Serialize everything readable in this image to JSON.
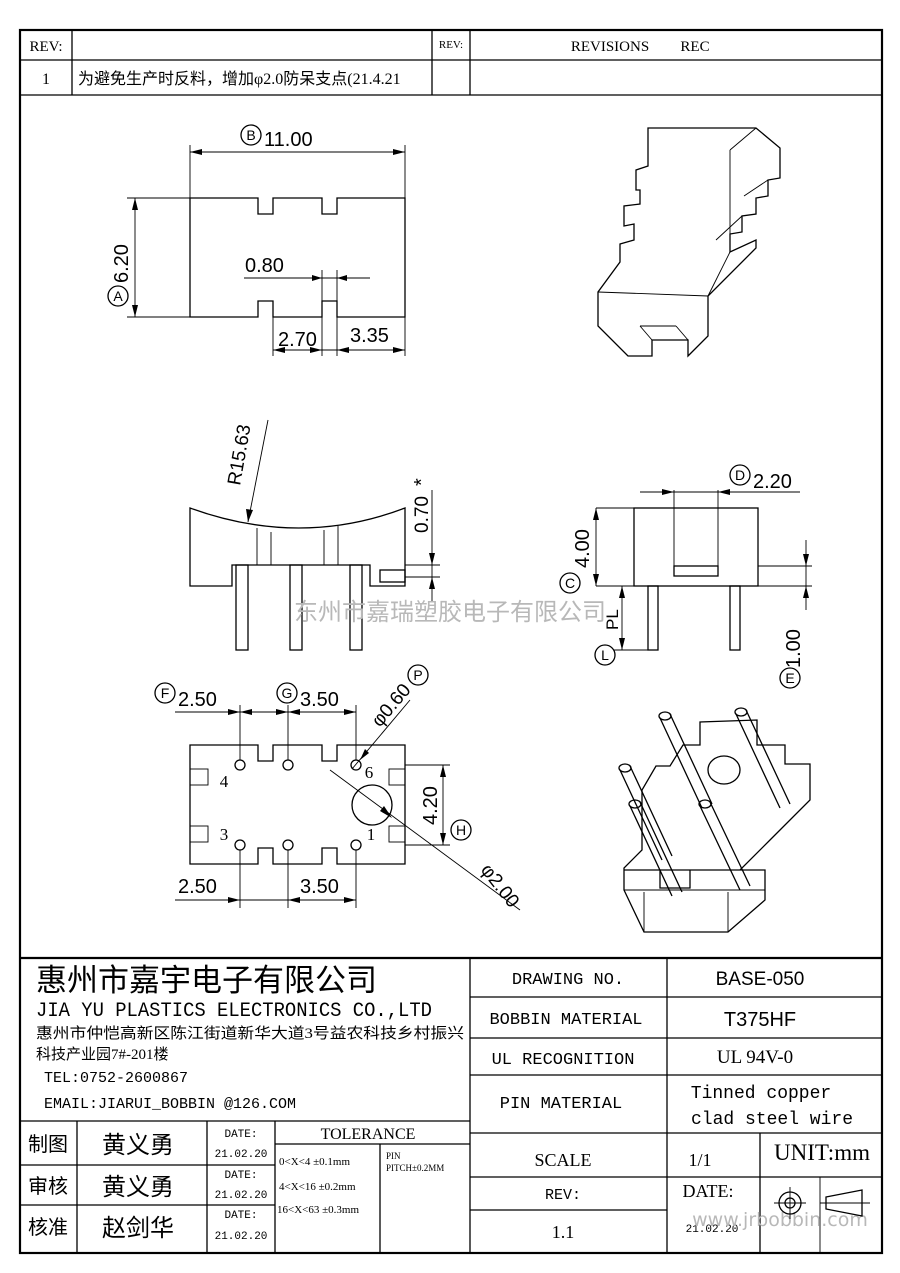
{
  "header": {
    "rev_label": "REV:",
    "rev_number": "1",
    "rev_note": "为避免生产时反料，增加φ2.0防呆支点(21.4.21",
    "rev_label2": "REV:",
    "revisions_title": "REVISIONS",
    "rec_label": "REC"
  },
  "top_view": {
    "dim_b": "11.00",
    "dim_a": "6.20",
    "dim_slot": "0.80",
    "dim_left": "2.70",
    "dim_right": "3.35",
    "marker_a": "A",
    "marker_b": "B"
  },
  "side_view": {
    "dim_radius": "R15.63",
    "dim_depth": "0.70",
    "asterisk": "*"
  },
  "end_view": {
    "dim_d": "2.20",
    "dim_c": "4.00",
    "dim_pl": "PL",
    "dim_e": "1.00",
    "marker_c": "C",
    "marker_d": "D",
    "marker_e": "E",
    "marker_l": "L"
  },
  "bottom_view": {
    "dim_f": "2.50",
    "dim_g": "3.50",
    "dim_p": "φ0.60",
    "dim_h": "4.20",
    "dim_bottom_left": "2.50",
    "dim_bottom_mid": "3.50",
    "dim_boss": "φ2.00",
    "marker_f": "F",
    "marker_g": "G",
    "marker_h": "H",
    "marker_p": "P",
    "pin_labels": [
      "4",
      "6",
      "3",
      "1"
    ]
  },
  "watermark": "东州市嘉瑞塑胶电子有限公司",
  "company": {
    "name_cn": "惠州市嘉宇电子有限公司",
    "name_en": "JIA YU PLASTICS ELECTRONICS CO.,LTD",
    "address_line1": "惠州市仲恺高新区陈江街道新华大道3号益农科技乡村振兴",
    "address_line2": "科技产业园7#-201楼",
    "tel": "TEL:0752-2600867",
    "email": "EMAIL:JIARUI_BOBBIN @126.COM"
  },
  "approvals": [
    {
      "role": "制图",
      "name": "黄义勇",
      "date_label": "DATE:",
      "date": "21.02.20"
    },
    {
      "role": "审核",
      "name": "黄义勇",
      "date_label": "DATE:",
      "date": "21.02.20"
    },
    {
      "role": "核准",
      "name": "赵剑华",
      "date_label": "DATE:",
      "date": "21.02.20"
    }
  ],
  "tolerance": {
    "title": "TOLERANCE",
    "rows": [
      "0<X<4  ±0.1mm",
      "4<X<16 ±0.2mm",
      "16<X<63 ±0.3mm"
    ],
    "pin_label": "PIN",
    "pin_pitch": "PITCH±0.2MM"
  },
  "spec_table": {
    "drawing_no_label": "DRAWING  NO.",
    "drawing_no": "BASE-050",
    "bobbin_material_label": "BOBBIN  MATERIAL",
    "bobbin_material": "T375HF",
    "ul_label": "UL RECOGNITION",
    "ul_value": "UL 94V-0",
    "pin_material_label": "PIN MATERIAL",
    "pin_material_line1": "Tinned copper",
    "pin_material_line2": "clad steel wire",
    "scale_label": "SCALE",
    "scale_value": "1/1",
    "unit": "UNIT:mm",
    "rev_label": "REV:",
    "rev_value": "1.1",
    "date_label": "DATE:",
    "date_value": "21.02.20",
    "site": "www.jrbobbin.com"
  }
}
